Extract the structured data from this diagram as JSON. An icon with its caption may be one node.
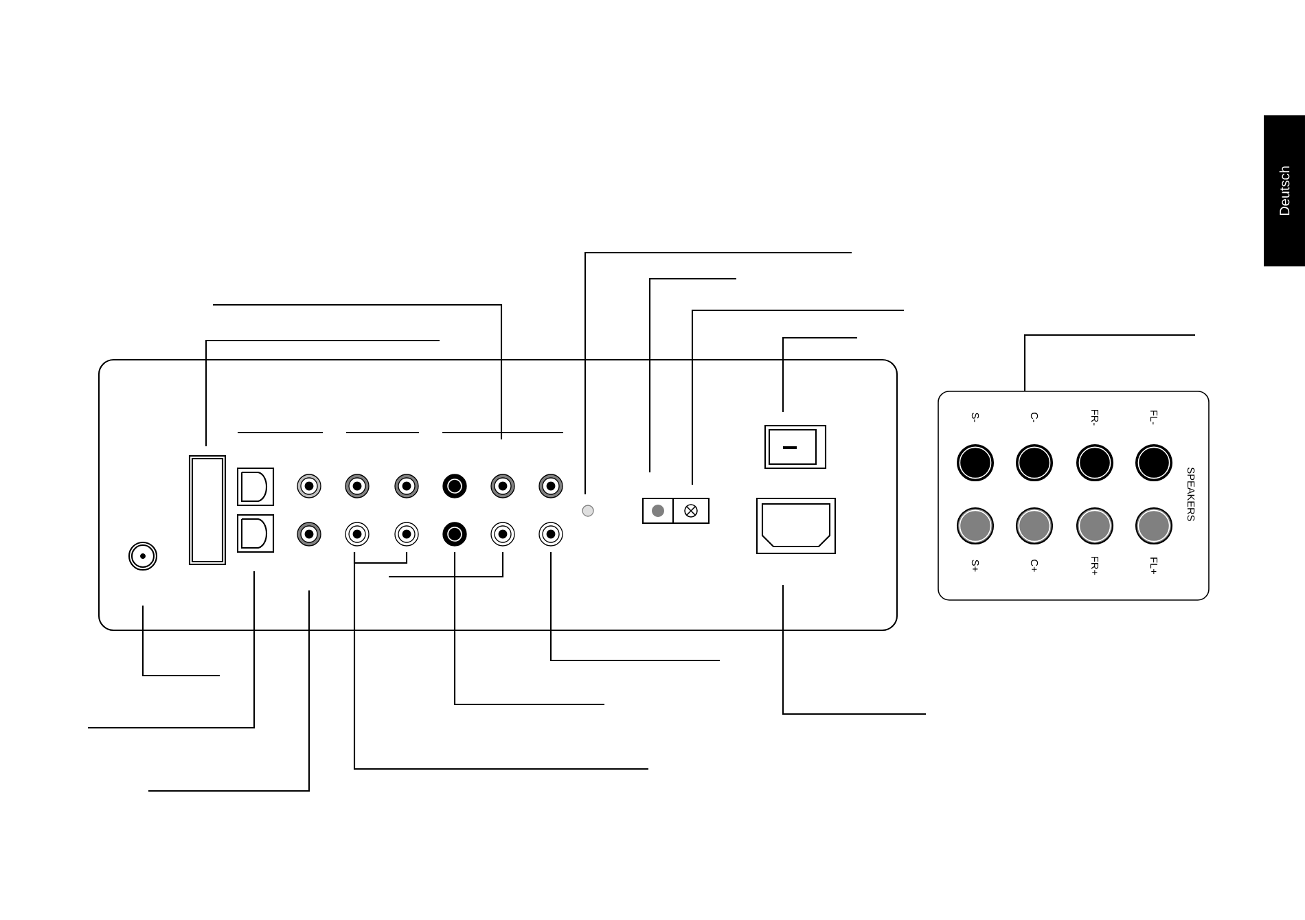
{
  "diagram": {
    "nodes": [
      {
        "text": [
          "Deutsch"
        ]
      },
      {
        "text": [
          "S-",
          "C-",
          "FR-",
          "FL-",
          "SPEAKERS",
          "S+",
          "C+",
          "FR+",
          "FL+"
        ]
      }
    ],
    "edges": [
      {
        "from": null,
        "to": 1,
        "arrow": "none"
      }
    ]
  }
}
